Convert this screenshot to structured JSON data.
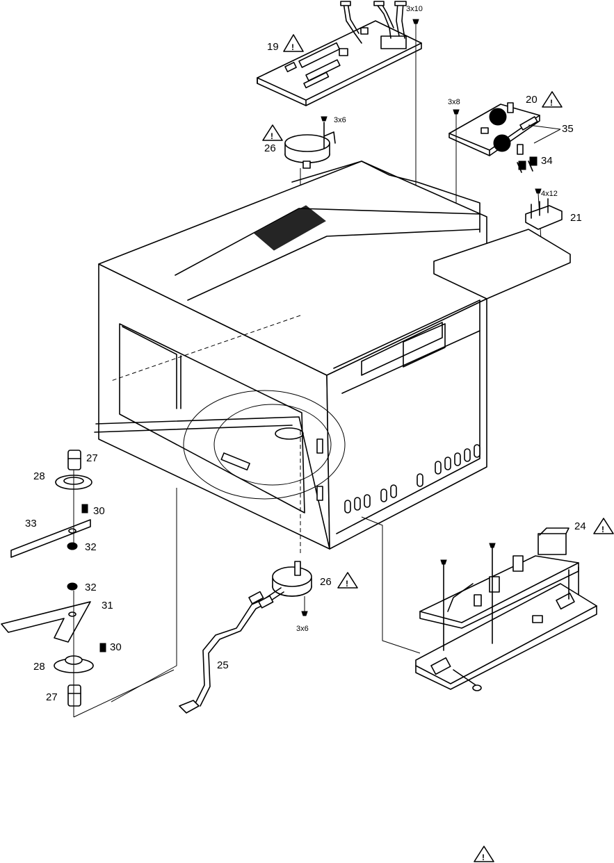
{
  "diagram": {
    "callouts": {
      "c19": "19",
      "c20": "20",
      "c21": "21",
      "c24": "24",
      "c25": "25",
      "c26a": "26",
      "c26b": "26",
      "c27a": "27",
      "c27b": "27",
      "c28a": "28",
      "c28b": "28",
      "c30a": "30",
      "c30b": "30",
      "c31": "31",
      "c32a": "32",
      "c32b": "32",
      "c33": "33",
      "c34": "34",
      "c35": "35"
    },
    "screws": {
      "s3x10": "3x10",
      "s3x8": "3x8",
      "s3x6a": "3x6",
      "s4x12": "4x12",
      "s3x6b": "3x6"
    },
    "warning_symbol": "!"
  }
}
